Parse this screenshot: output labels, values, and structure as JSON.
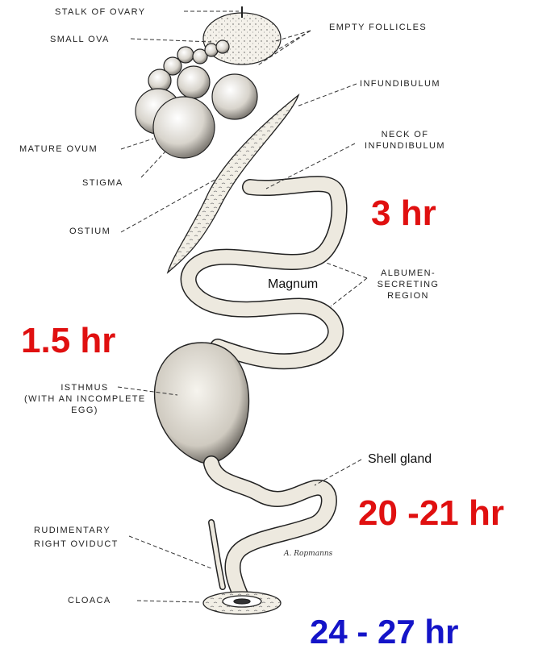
{
  "colors": {
    "timing_red": "#e01010",
    "timing_blue": "#1414c8",
    "ink": "#1a1a1a"
  },
  "labels": {
    "stalk_of_ovary": "STALK OF OVARY",
    "small_ova": "SMALL OVA",
    "empty_follicles": "EMPTY FOLLICLES",
    "mature_ovum": "MATURE OVUM",
    "stigma": "STIGMA",
    "infundibulum": "INFUNDIBULUM",
    "neck_of_infundibulum_line1": "NECK OF",
    "neck_of_infundibulum_line2": "INFUNDIBULUM",
    "ostium": "OSTIUM",
    "albumen_line1": "ALBUMEN-",
    "albumen_line2": "SECRETING",
    "albumen_line3": "REGION",
    "magnum": "Magnum",
    "isthmus_line1": "ISTHMUS",
    "isthmus_line2": "(WITH AN INCOMPLETE",
    "isthmus_line3": "EGG)",
    "shell_gland": "Shell gland",
    "rudimentary_line1": "RUDIMENTARY",
    "rudimentary_line2": "RIGHT OVIDUCT",
    "cloaca": "CLOACA",
    "artist_signature": "A. Ropmanns"
  },
  "timings": {
    "magnum": "3 hr",
    "isthmus": "1.5 hr",
    "shell_gland": "20 -21 hr",
    "total": "24 - 27 hr"
  }
}
